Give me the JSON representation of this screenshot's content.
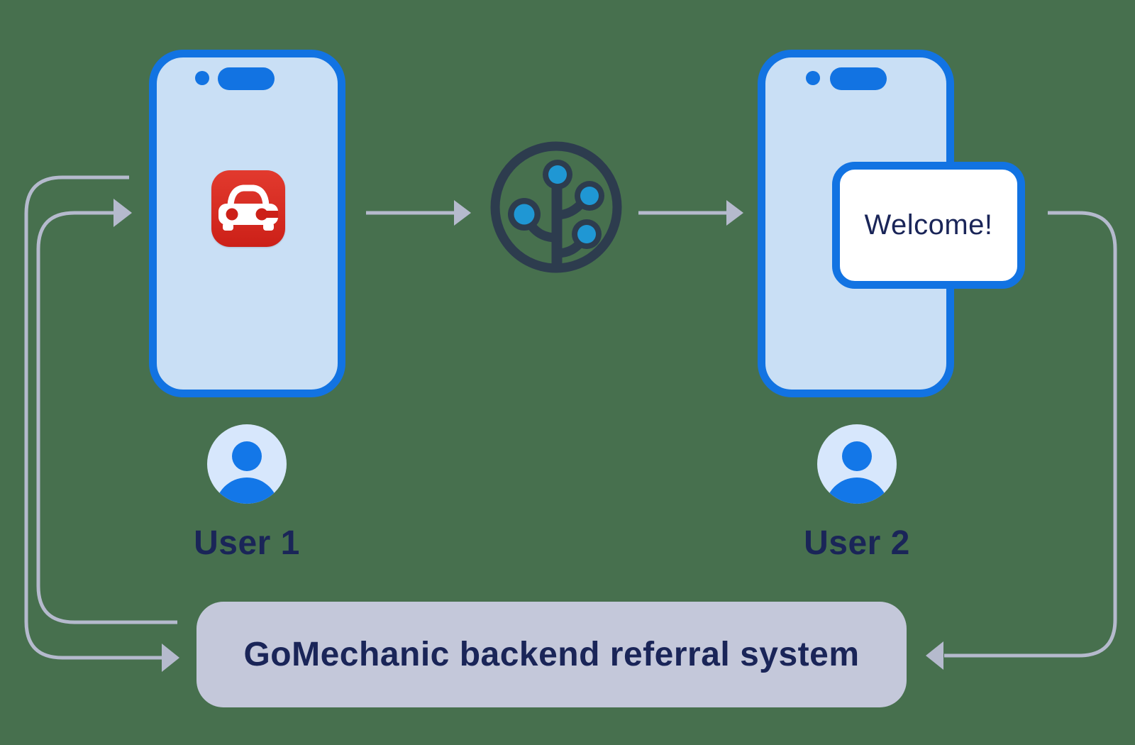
{
  "diagram": {
    "users": [
      {
        "label": "User 1"
      },
      {
        "label": "User 2"
      }
    ],
    "phone_user1": {
      "app_icon": "gomechanic-car-app-icon"
    },
    "phone_user2": {
      "notification": "Welcome!"
    },
    "link_icon": "branch-deep-link-icon",
    "backend": {
      "label": "GoMechanic backend referral system"
    },
    "flow_arrows": [
      "user1-phone-to-branch-icon",
      "branch-icon-to-user2-phone",
      "user1-phone-to-backend",
      "backend-to-user1-phone",
      "user2-phone-to-backend"
    ]
  },
  "colors": {
    "bg_green": "#47704e",
    "phone_blue": "#1273e2",
    "screen_blue": "#c9dff5",
    "navy": "#1a2558",
    "arrow_gray": "#b5bacd",
    "backend_bg": "#c4c8da",
    "avatar_bg": "#d7e7fc",
    "avatar_person": "#1377e8",
    "branch_dark": "#2d3c4e",
    "branch_node_blue": "#1f97d4",
    "app_red": "#cc2018",
    "app_red_light": "#e23a2e",
    "card_bg": "#ffffff"
  }
}
